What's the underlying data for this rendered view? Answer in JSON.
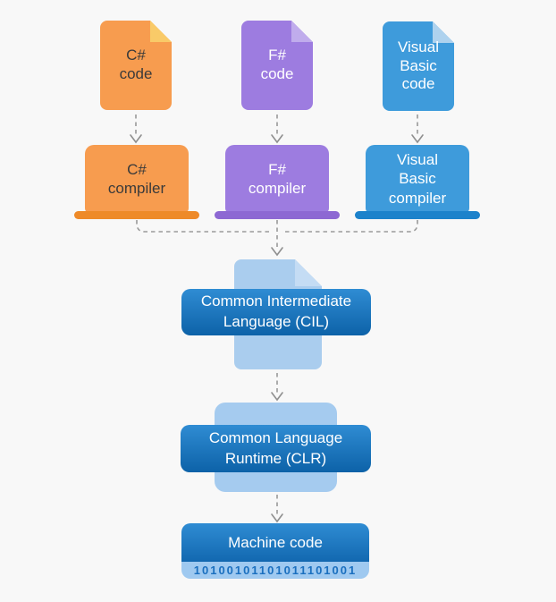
{
  "diagram": {
    "sources": [
      {
        "id": "csharp-code",
        "line1": "C#",
        "line2": "code"
      },
      {
        "id": "fsharp-code",
        "line1": "F#",
        "line2": "code"
      },
      {
        "id": "visual-basic-code",
        "line1": "Visual",
        "line2": "Basic",
        "line3": "code"
      }
    ],
    "compilers": [
      {
        "id": "csharp-compiler",
        "line1": "C#",
        "line2": "compiler"
      },
      {
        "id": "fsharp-compiler",
        "line1": "F#",
        "line2": "compiler"
      },
      {
        "id": "visual-basic-compiler",
        "line1": "Visual",
        "line2": "Basic",
        "line3": "compiler"
      }
    ],
    "cil": {
      "line1": "Common Intermediate",
      "line2": "Language (CIL)"
    },
    "clr": {
      "line1": "Common Language",
      "line2": "Runtime (CLR)"
    },
    "machine": {
      "label": "Machine code",
      "binary": "10100101101011101001"
    }
  },
  "colors": {
    "background": "#f8f8f8",
    "orange_body": "#f79c4f",
    "orange_fold": "#f9ca68",
    "orange_base": "#ee8a28",
    "purple_body": "#9d7ce0",
    "purple_fold": "#c0acec",
    "purple_base": "#8d68d3",
    "blue_body": "#3e9bdb",
    "blue_fold": "#aed2ee",
    "blue_base": "#1c82cb",
    "cil_doc": "#aacdee",
    "cil_doc_fold": "#c4dcf4",
    "clr_square": "#a5cbef",
    "pill_gradient_top": "#2f8cd3",
    "pill_gradient_bottom": "#0d62a8",
    "binary_bg": "#9fc9f0",
    "binary_text": "#1a6fbf",
    "connector": "#9a9a9a"
  }
}
